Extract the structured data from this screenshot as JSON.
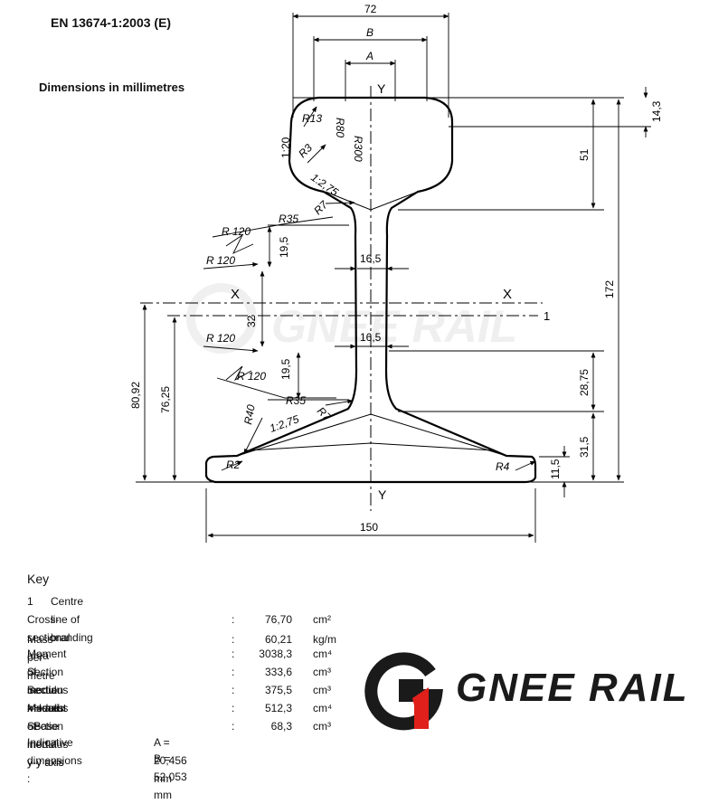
{
  "header": {
    "standard": "EN 13674-1:2003 (E)",
    "units_note": "Dimensions in millimetres"
  },
  "watermark": "GNEE RAIL",
  "dims": {
    "top_width": "72",
    "b_label": "B",
    "a_label": "A",
    "axis_y": "Y",
    "axis_x": "X",
    "r13": "R13",
    "r80": "R80",
    "r300": "R300",
    "r3": "R3",
    "slope_1_20": "1:20",
    "slope_1_275_top": "1:2,75",
    "r7_top": "R7",
    "r35_top": "R35",
    "r120_a": "R 120",
    "r120_b": "R 120",
    "d19_5_top": "19,5",
    "d16_5_top": "16,5",
    "d32": "32",
    "centre_line_no": "1",
    "d16_5_bot": "16,5",
    "r120_c": "R 120",
    "r120_d": "R 120",
    "d19_5_bot": "19,5",
    "r35_bot": "R35",
    "r7_bot": "R7",
    "r40": "R40",
    "slope_1_275_bot": "1:2,75",
    "r2": "R2",
    "r4": "R4",
    "d14_3": "14,3",
    "d51": "51",
    "d172": "172",
    "d28_75": "28,75",
    "d31_5": "31,5",
    "d11_5": "11,5",
    "d80_92": "80,92",
    "d76_25": "76,25",
    "base_width": "150"
  },
  "key": {
    "title": "Key",
    "centre_line": {
      "num": "1",
      "text": "Centre line of branding"
    },
    "rows": [
      {
        "label": "Cross-sectional area",
        "colon": ":",
        "value": "76,70",
        "unit": "cm²"
      },
      {
        "label": "Mass per metre",
        "colon": ":",
        "value": "60,21",
        "unit": "kg/m"
      },
      {
        "label": "Moment of inertia x-x axis",
        "colon": ":",
        "value": "3038,3",
        "unit": "cm⁴"
      },
      {
        "label": "Section modulus - Head",
        "colon": ":",
        "value": "333,6",
        "unit": "cm³"
      },
      {
        "label": "Section modulus - Base",
        "colon": ":",
        "value": "375,5",
        "unit": "cm³"
      },
      {
        "label": "Moment of inertia y-y axis",
        "colon": ":",
        "value": "512,3",
        "unit": "cm⁴"
      },
      {
        "label": "Section modulus y-y axis",
        "colon": ":",
        "value": "68,3",
        "unit": "cm³"
      }
    ],
    "indicative_label": "Indicative dimensions :",
    "indicative_a": "A = 20,456 mm",
    "indicative_b": "B = 52,053 mm"
  },
  "logo": {
    "mark": "G1",
    "text": "GNEE RAIL",
    "accent_color": "#e0201b"
  }
}
